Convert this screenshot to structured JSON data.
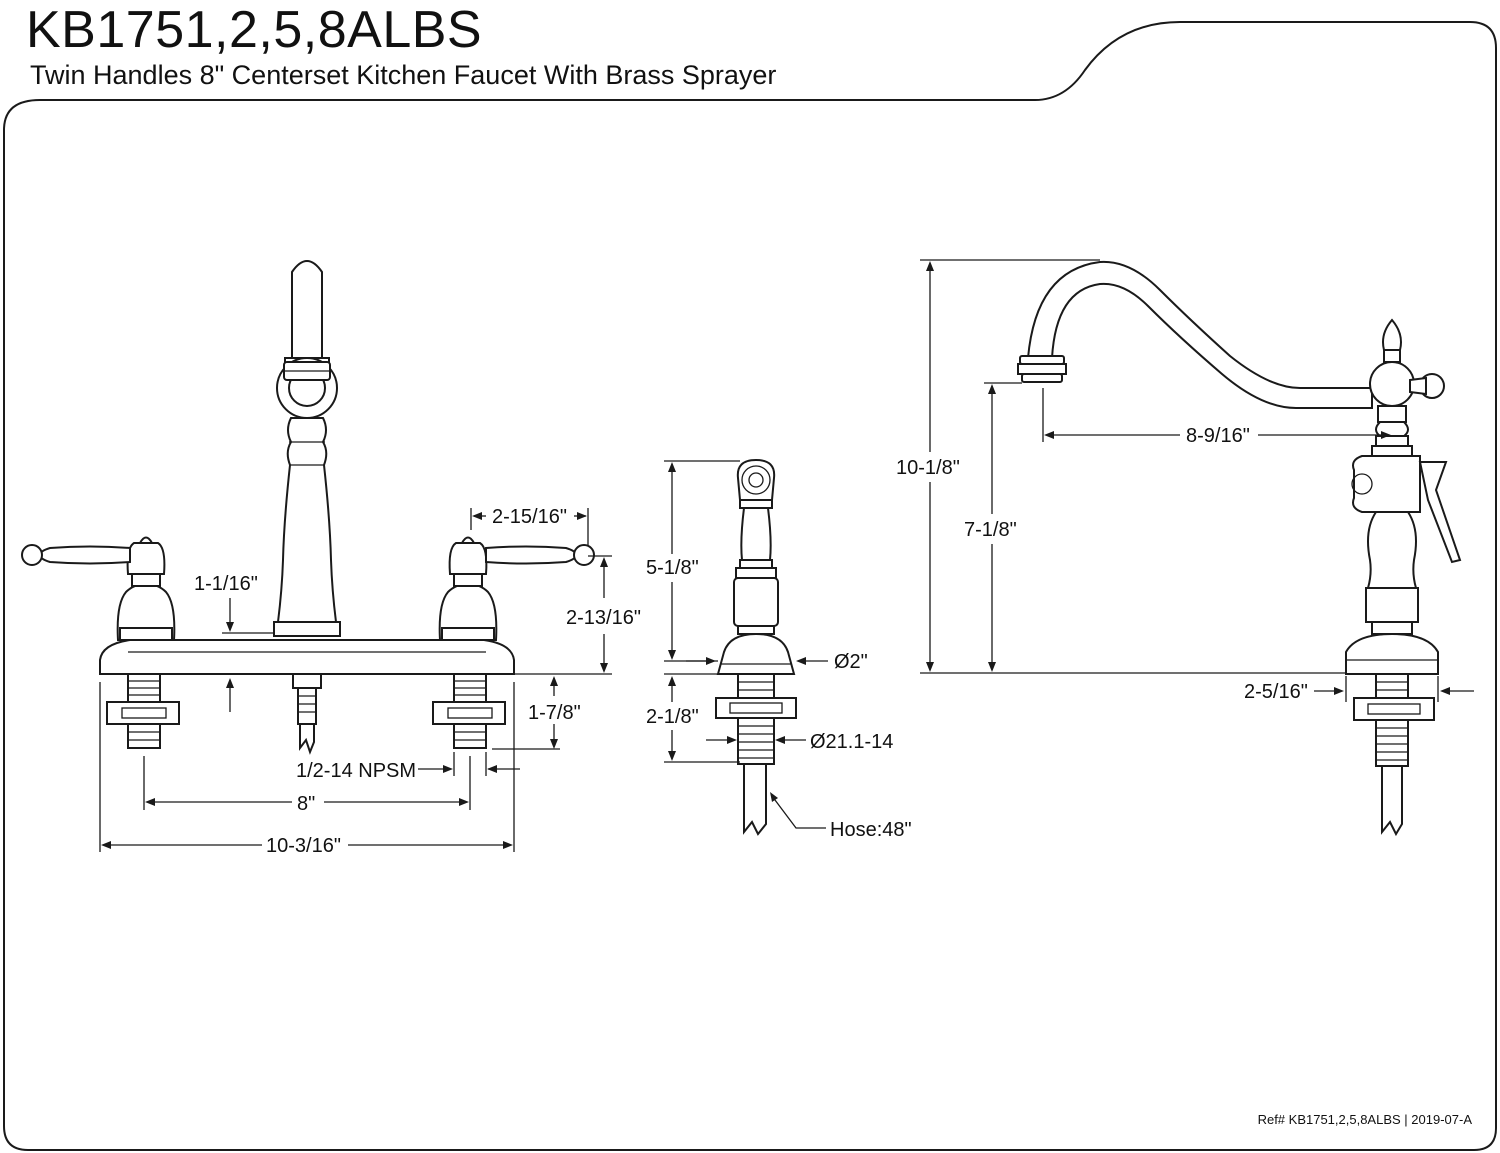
{
  "header": {
    "title": "KB1751,2,5,8ALBS",
    "subtitle": "Twin Handles 8\" Centerset Kitchen Faucet With Brass Sprayer"
  },
  "footer": {
    "ref": "Ref# KB1751,2,5,8ALBS | 2019-07-A"
  },
  "front_view": {
    "dims": {
      "handle_height": "2-15/16\"",
      "spout_base": "1-1/16\"",
      "deck_height": "2-13/16\"",
      "shank": "1-7/8\"",
      "thread": "1/2-14 NPSM",
      "centers": "8\"",
      "overall_width": "10-3/16\""
    }
  },
  "sprayer_view": {
    "dims": {
      "height": "5-1/8\"",
      "base_dia": "Ø2\"",
      "shank": "2-1/8\"",
      "thread": "Ø21.1-14",
      "hose": "Hose:48\""
    }
  },
  "side_view": {
    "dims": {
      "overall_height": "10-1/8\"",
      "spout_height": "7-1/8\"",
      "spout_reach": "8-9/16\"",
      "base_width": "2-5/16\""
    }
  }
}
